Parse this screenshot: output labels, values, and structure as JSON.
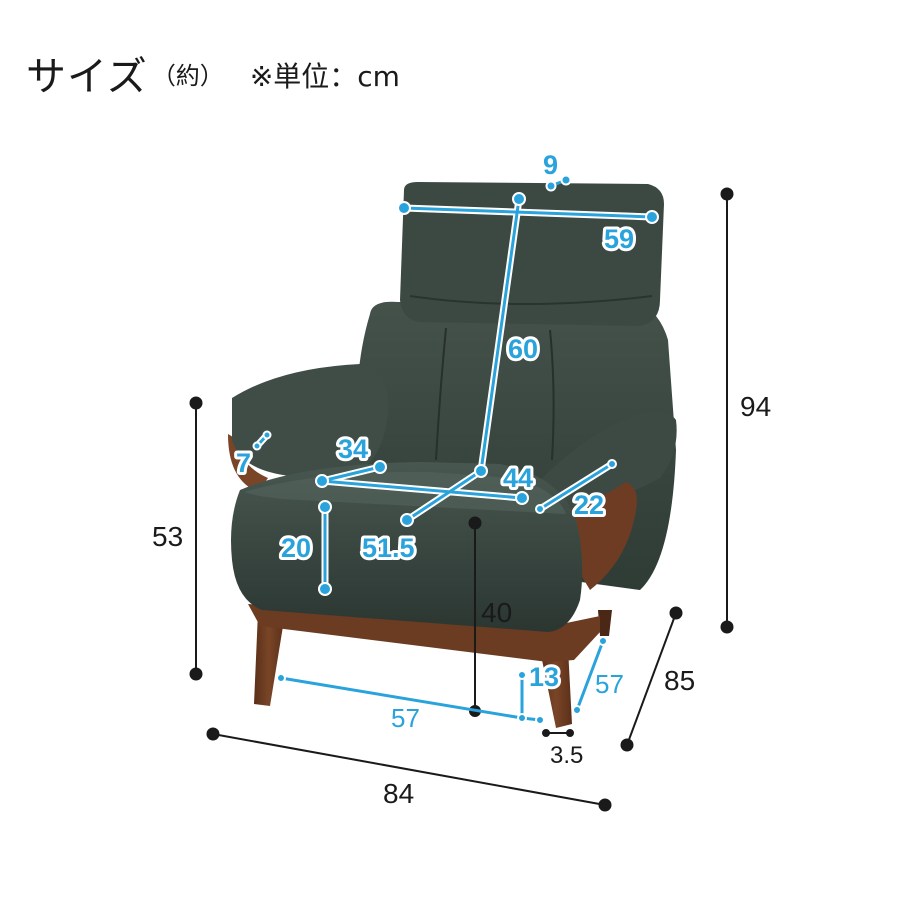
{
  "header": {
    "title": "サイズ",
    "note": "（約）",
    "unit": "※単位：cm"
  },
  "dimensions": {
    "width_total": "84",
    "depth_total": "85",
    "height_total": "94",
    "arm_height": "53",
    "headrest_depth": "9",
    "headrest_width": "59",
    "back_height": "60",
    "arm_width_left": "7",
    "seat_depth_arm": "34",
    "seat_width": "44",
    "arm_width_right": "22",
    "seat_cushion_height": "20",
    "seat_depth": "51.5",
    "seat_height": "40",
    "leg_span_width": "57",
    "leg_span_depth": "57",
    "leg_height": "13",
    "leg_thickness": "3.5"
  },
  "colors": {
    "upholstery": "#37443e",
    "wood": "#6b3b22",
    "measure_blue": "#2aa3dc",
    "measure_black": "#1a1a1a"
  }
}
